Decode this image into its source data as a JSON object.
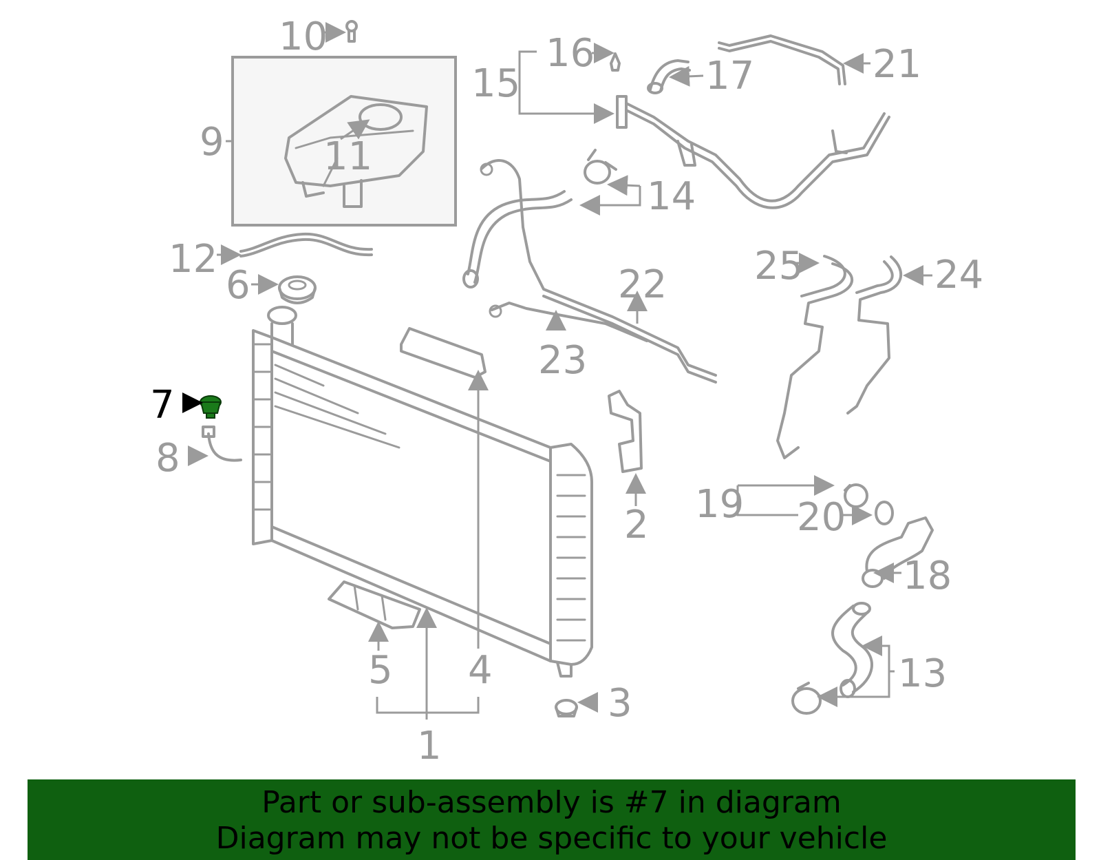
{
  "diagram": {
    "highlight_color": "#1a7a1a",
    "line_color": "#9b9b9b",
    "callouts": [
      "1",
      "2",
      "3",
      "4",
      "5",
      "6",
      "7",
      "8",
      "9",
      "10",
      "11",
      "12",
      "13",
      "14",
      "15",
      "16",
      "17",
      "18",
      "19",
      "20",
      "21",
      "22",
      "23",
      "24",
      "25"
    ],
    "highlighted_callout": "7"
  },
  "banner": {
    "background_color": "#0f6010",
    "line1": "Part or sub-assembly is #7 in diagram",
    "line2": "Diagram may not be specific to your vehicle"
  }
}
